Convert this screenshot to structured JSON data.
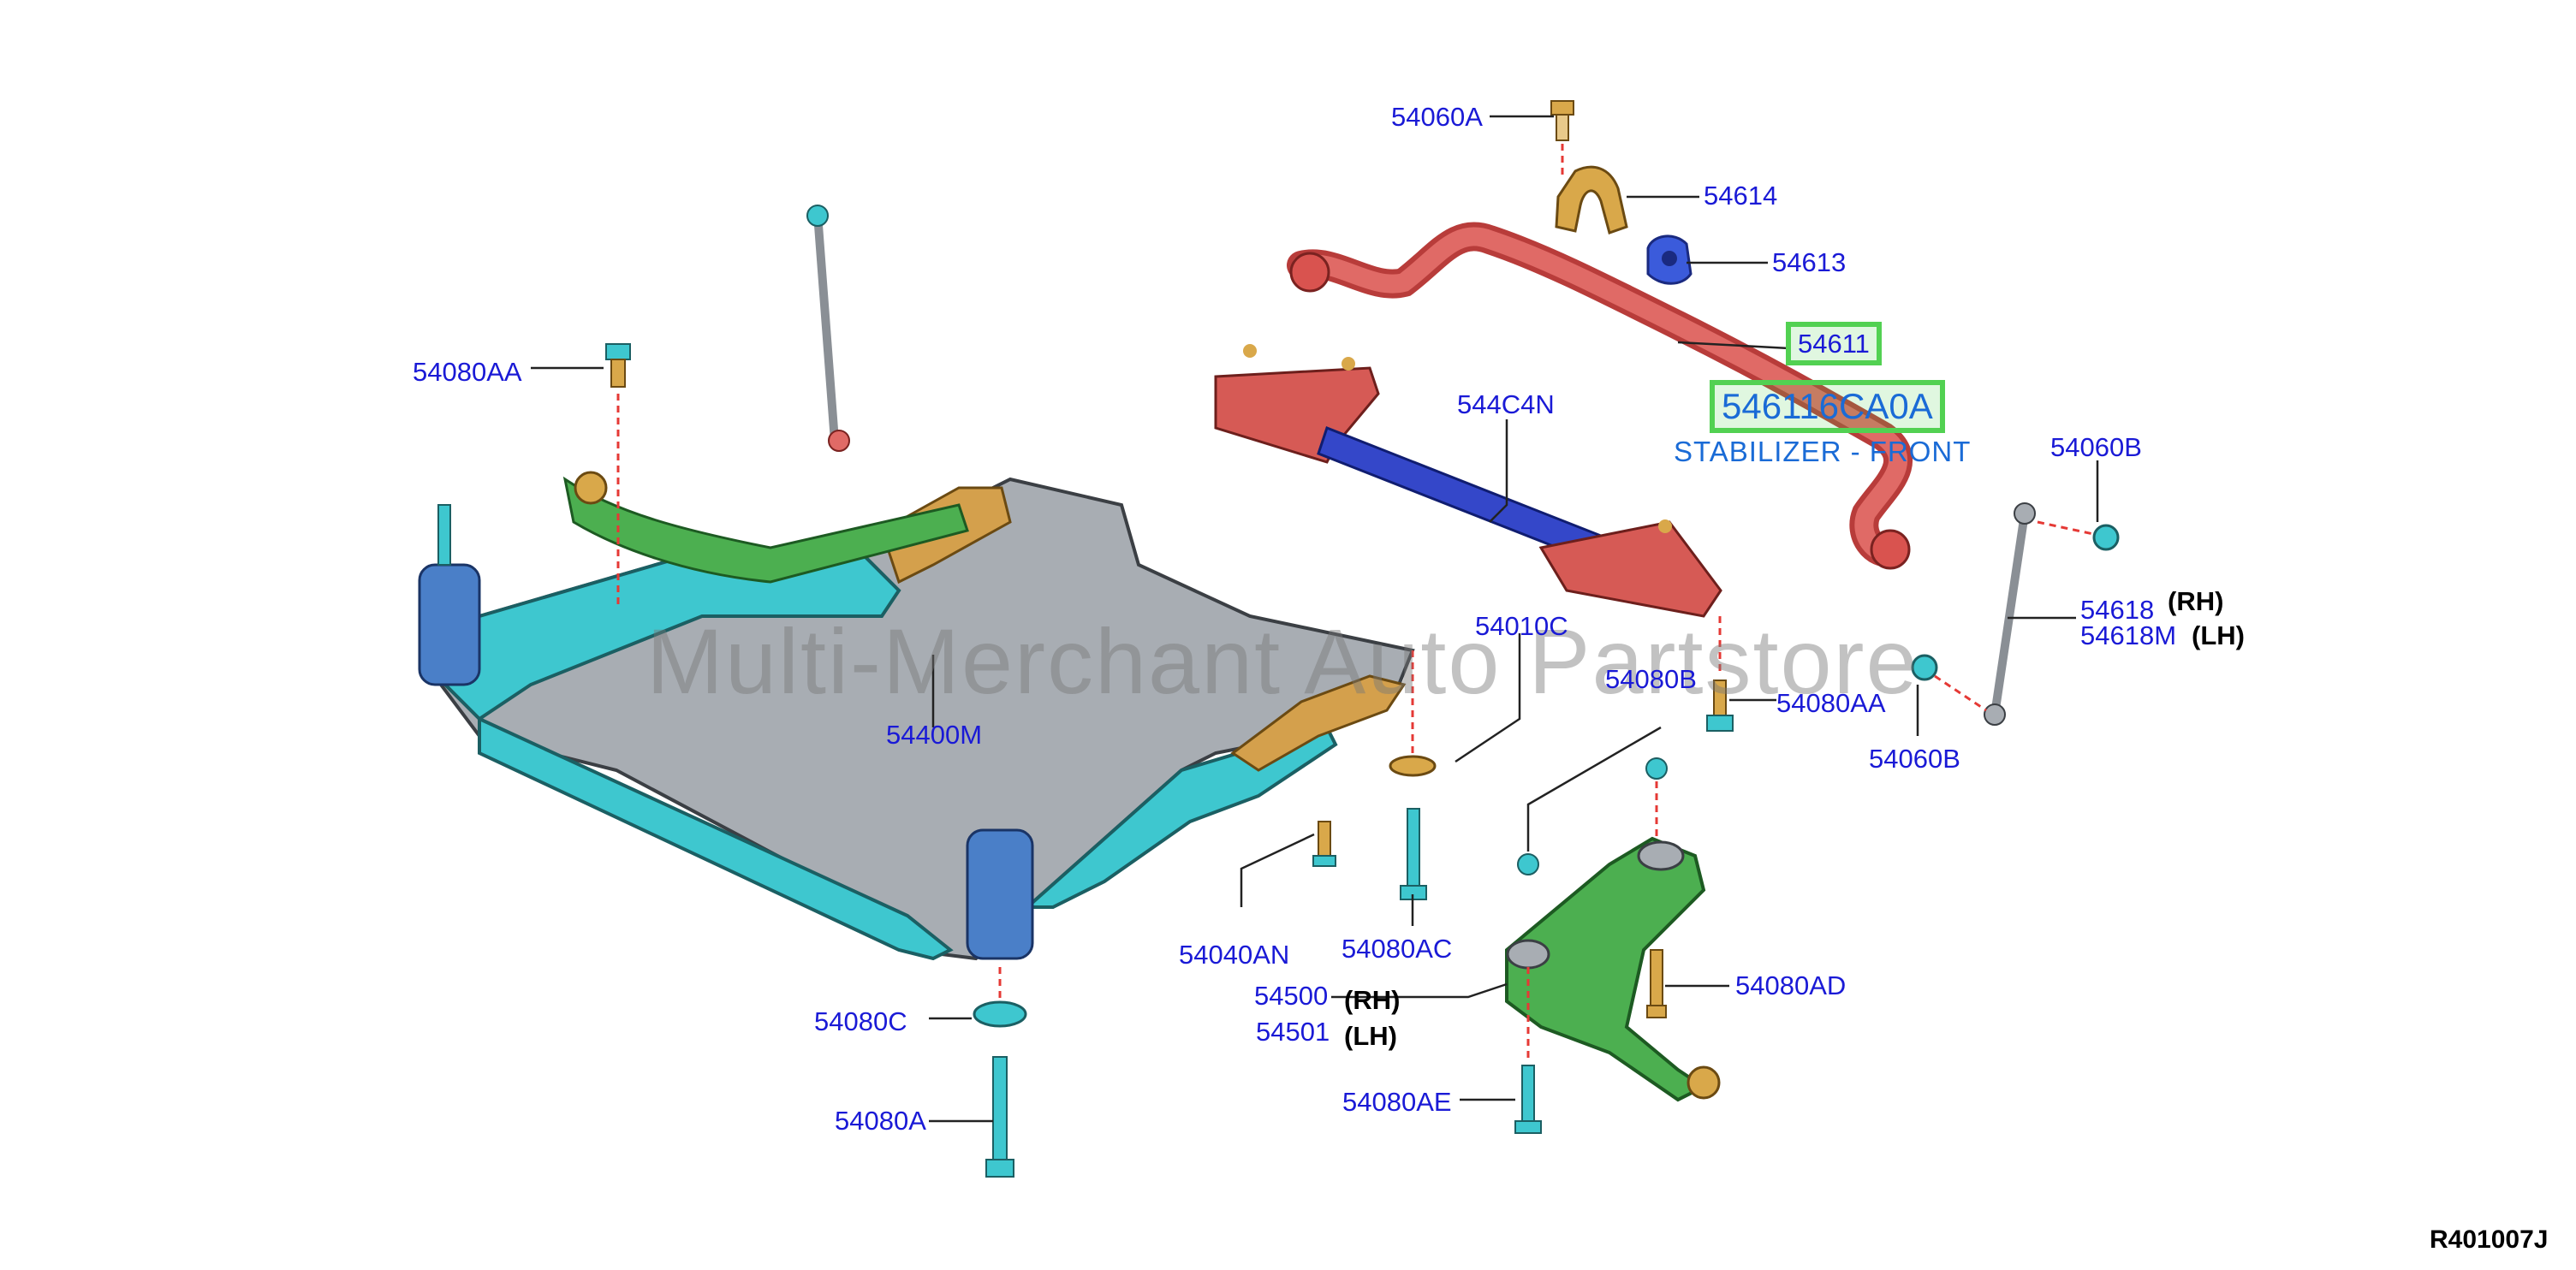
{
  "watermark": "Multi-Merchant Auto Partstore",
  "diagram_ref": "R401007J",
  "callouts": {
    "p54060A": "54060A",
    "p54614": "54614",
    "p54613": "54613",
    "p54611": "54611",
    "p546116CA0A": "546116CA0A",
    "stabilizer_caption": "STABILIZER - FRONT",
    "p544C4N": "544C4N",
    "p54060B_top": "54060B",
    "p54618": "54618",
    "rh1": "(RH)",
    "p54618M": "54618M",
    "lh1": "(LH)",
    "p54080AA_left": "54080AA",
    "p54010C": "54010C",
    "p54080B": "54080B",
    "p54080AA_right": "54080AA",
    "p54060B_bottom": "54060B",
    "p54400M": "54400M",
    "p54040AN": "54040AN",
    "p54080AC": "54080AC",
    "p54500": "54500",
    "rh2": "(RH)",
    "p54501": "54501",
    "lh2": "(LH)",
    "p54080AD": "54080AD",
    "p54080C": "54080C",
    "p54080A": "54080A",
    "p54080AE": "54080AE"
  },
  "colors": {
    "callout_text": "#1a1ad6",
    "highlight": "#52d152",
    "stabilizer": "#d9534f",
    "subframe": "#a9a9a9",
    "subframe_side": "#3ec7cf",
    "lower_arm": "#4caf50",
    "bracket": "#d4a04c",
    "bushing": "#3b5bdb",
    "bolt": "#d9a84a",
    "leader": "#222222",
    "dash": "#e53935"
  }
}
